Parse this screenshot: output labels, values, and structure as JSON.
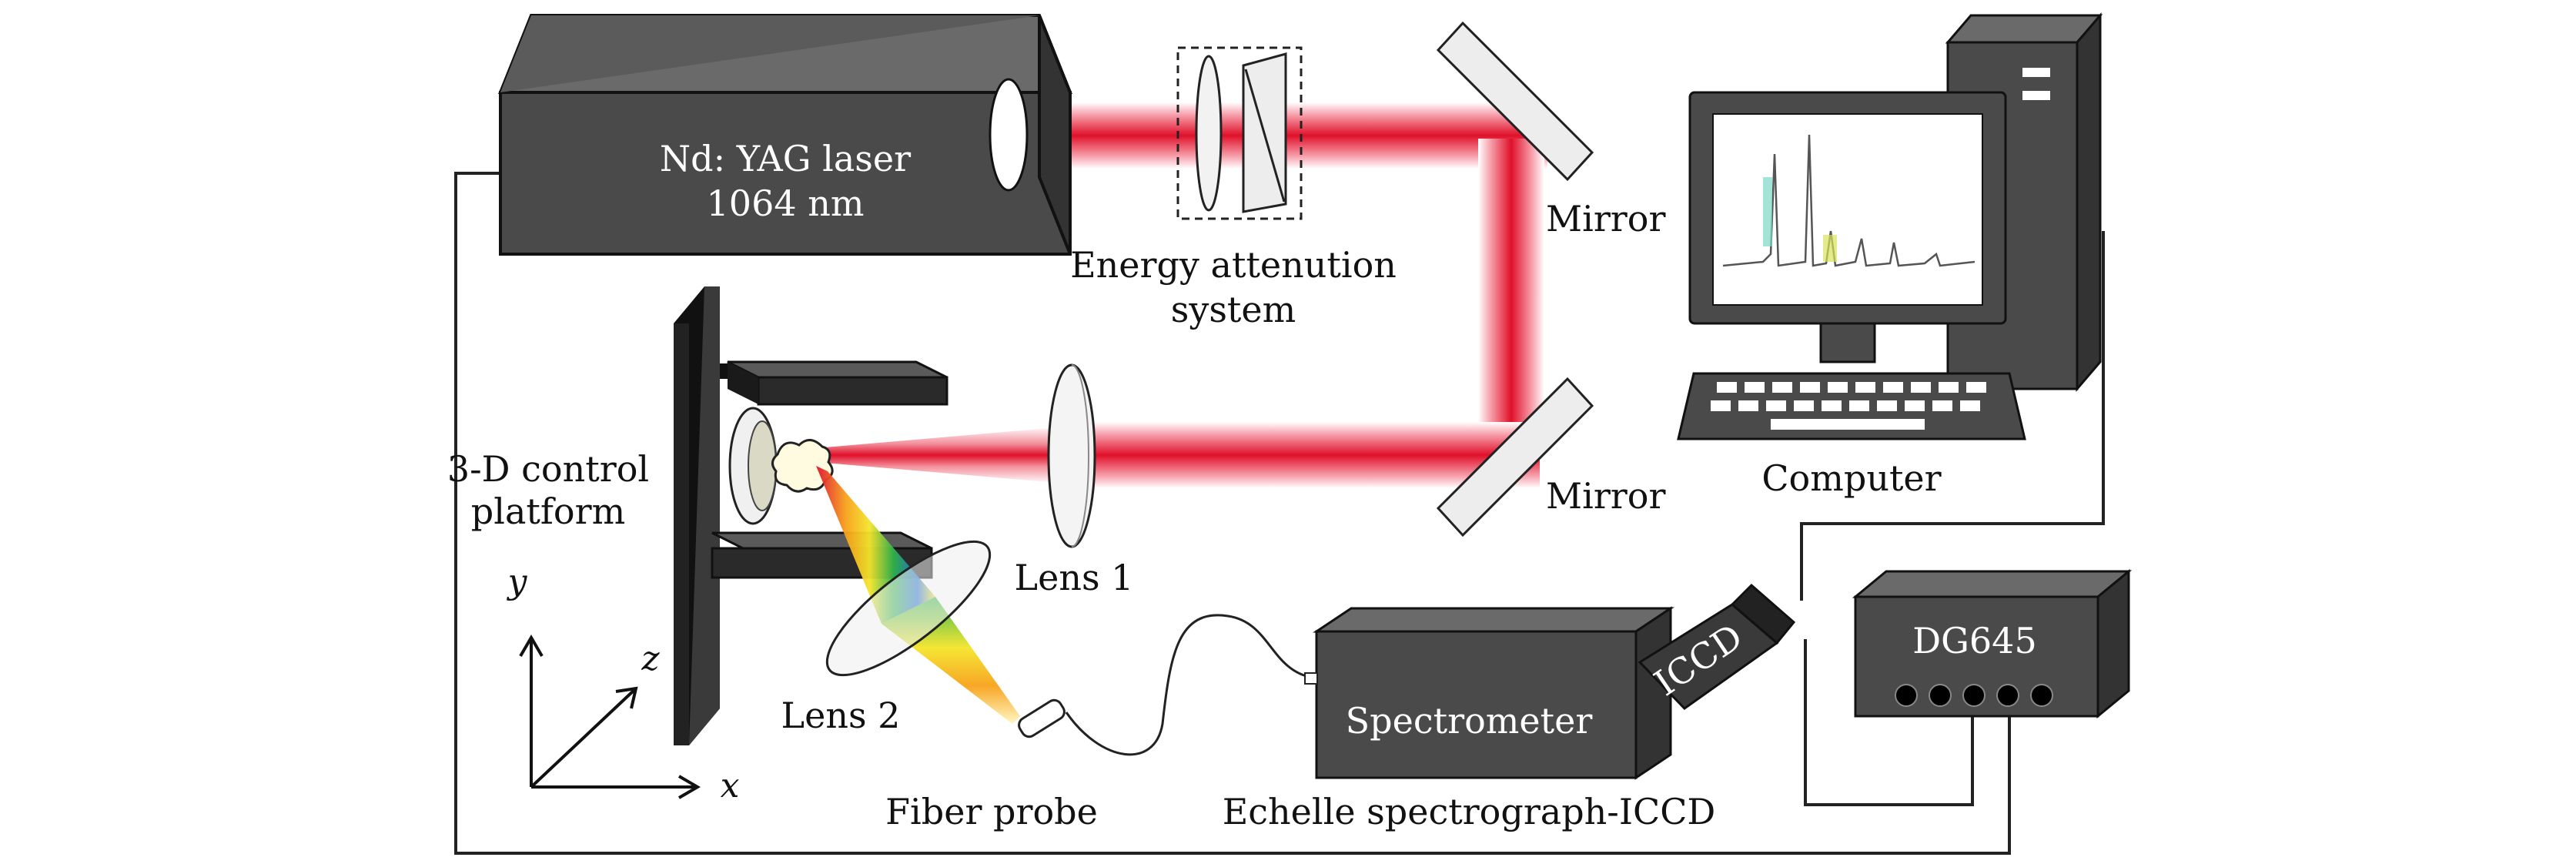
{
  "laser": {
    "line1": "Nd: YAG laser",
    "line2": "1064 nm"
  },
  "attenuator": {
    "line1": "Energy attenution",
    "line2": "system"
  },
  "mirror_top": {
    "label": "Mirror"
  },
  "mirror_bottom": {
    "label": "Mirror"
  },
  "computer": {
    "label": "Computer"
  },
  "platform": {
    "line1": "3-D control",
    "line2": "platform"
  },
  "lens1": {
    "label": "Lens 1"
  },
  "lens2": {
    "label": "Lens 2"
  },
  "fiber": {
    "label": "Fiber probe"
  },
  "spectrometer": {
    "label": "Spectrometer",
    "detector": "ICCD",
    "caption": "Echelle spectrograph-ICCD"
  },
  "delay_generator": {
    "label": "DG645"
  },
  "axes": {
    "x": "x",
    "y": "y",
    "z": "z"
  },
  "colors": {
    "beam": "#e0102a",
    "box": "#4a4a4a",
    "outline": "#111111"
  }
}
